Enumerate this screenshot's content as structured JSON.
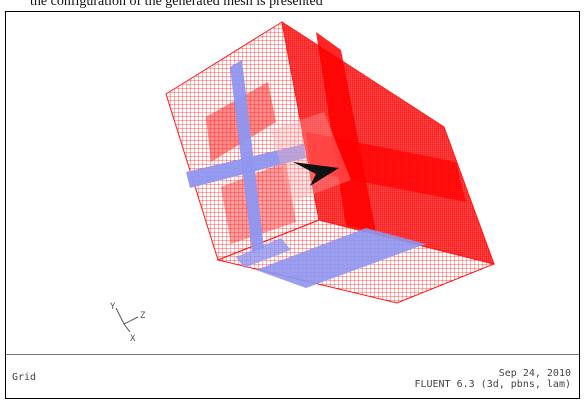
{
  "caption": "the configuration of the generated mesh is presented",
  "viewport": {
    "axis_labels": {
      "y": "Y",
      "z": "Z",
      "x": "X"
    },
    "colors": {
      "mesh_red": "#ff1a1a",
      "mesh_blue": "#8f96f0",
      "aircraft": "#111111"
    }
  },
  "status": {
    "panel_title": "Grid",
    "date": "Sep 24, 2010",
    "solver": "FLUENT 6.3 (3d, pbns, lam)"
  }
}
